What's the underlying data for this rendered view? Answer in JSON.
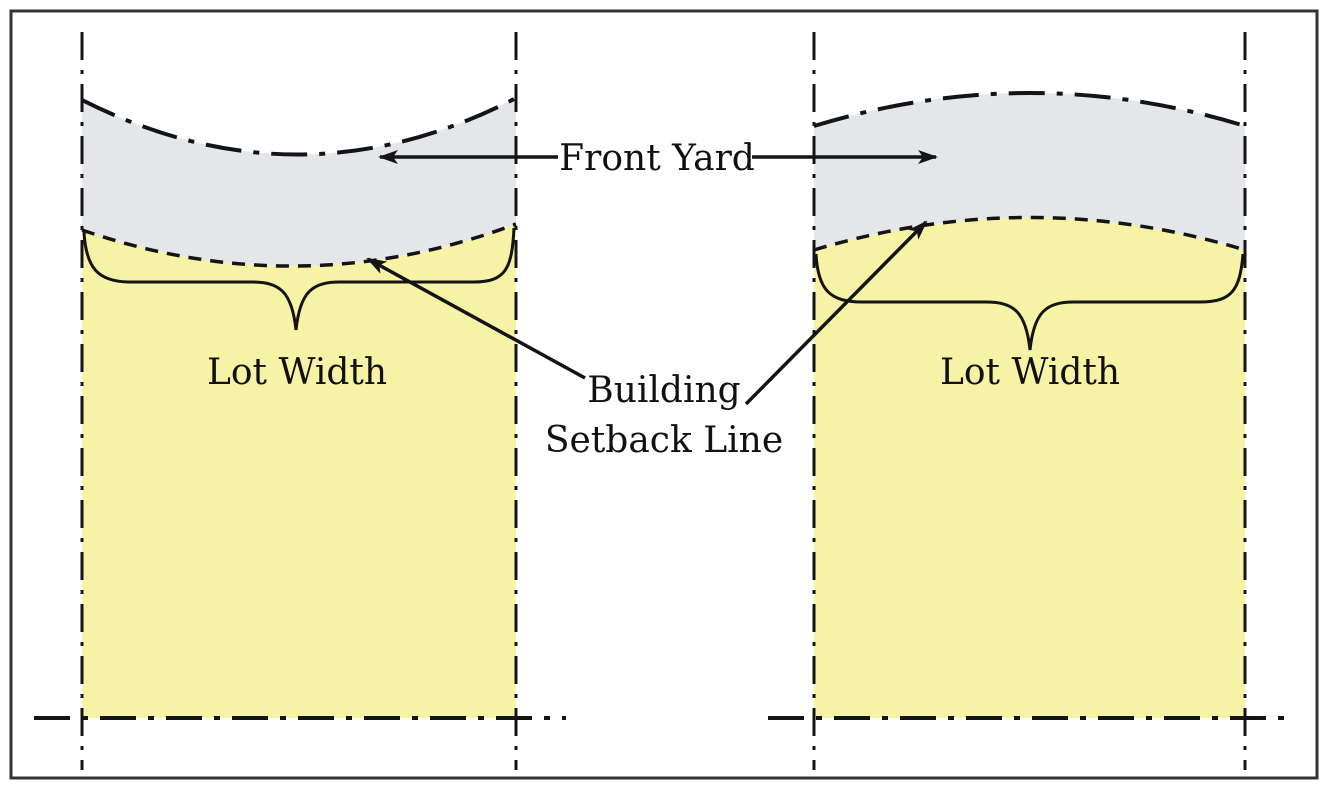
{
  "labels": {
    "front_yard": "Front Yard",
    "lot_width_left": "Lot Width",
    "lot_width_right": "Lot Width",
    "building": "Building",
    "setback_line": "Setback Line"
  },
  "colors": {
    "front_yard_fill": "#e4e6ea",
    "buildable_fill": "#f7f3a6",
    "line": "#141414",
    "border": "#333333",
    "background": "#ffffff"
  }
}
